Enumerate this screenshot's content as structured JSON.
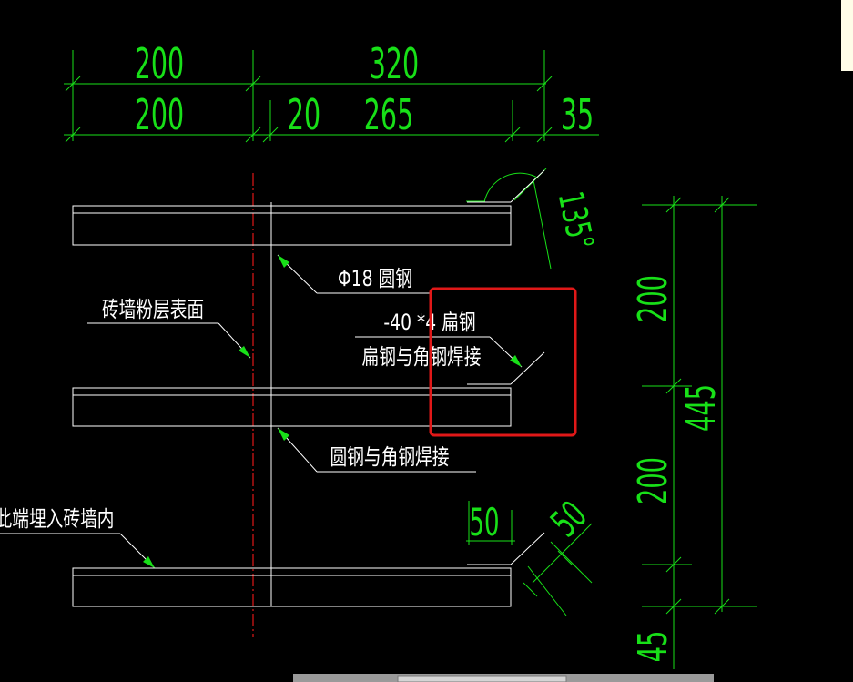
{
  "dimensions": {
    "top_overall_left": "200",
    "top_overall_right": "320",
    "top_detail_left": "200",
    "top_detail_a": "20",
    "top_detail_b": "265",
    "top_detail_c": "35",
    "angle": "135°",
    "right_upper": "200",
    "right_total": "445",
    "right_lower": "200",
    "right_bottom": "45",
    "steel_width_a": "50",
    "steel_width_b": "50"
  },
  "annotations": {
    "round_bar": "Φ18 圆钢",
    "wall_surface": "砖墙粉层表面",
    "flat_steel_spec": "-40 *4 扁钢",
    "flat_angle_weld": "扁钢与角钢焊接",
    "round_angle_weld": "圆钢与角钢焊接",
    "embed_end": "此端埋入砖墙内"
  },
  "colors": {
    "background": "#000000",
    "dimension": "#18e018",
    "geometry": "#ffffff",
    "centerline": "#e01818",
    "highlight": "#e01818"
  }
}
